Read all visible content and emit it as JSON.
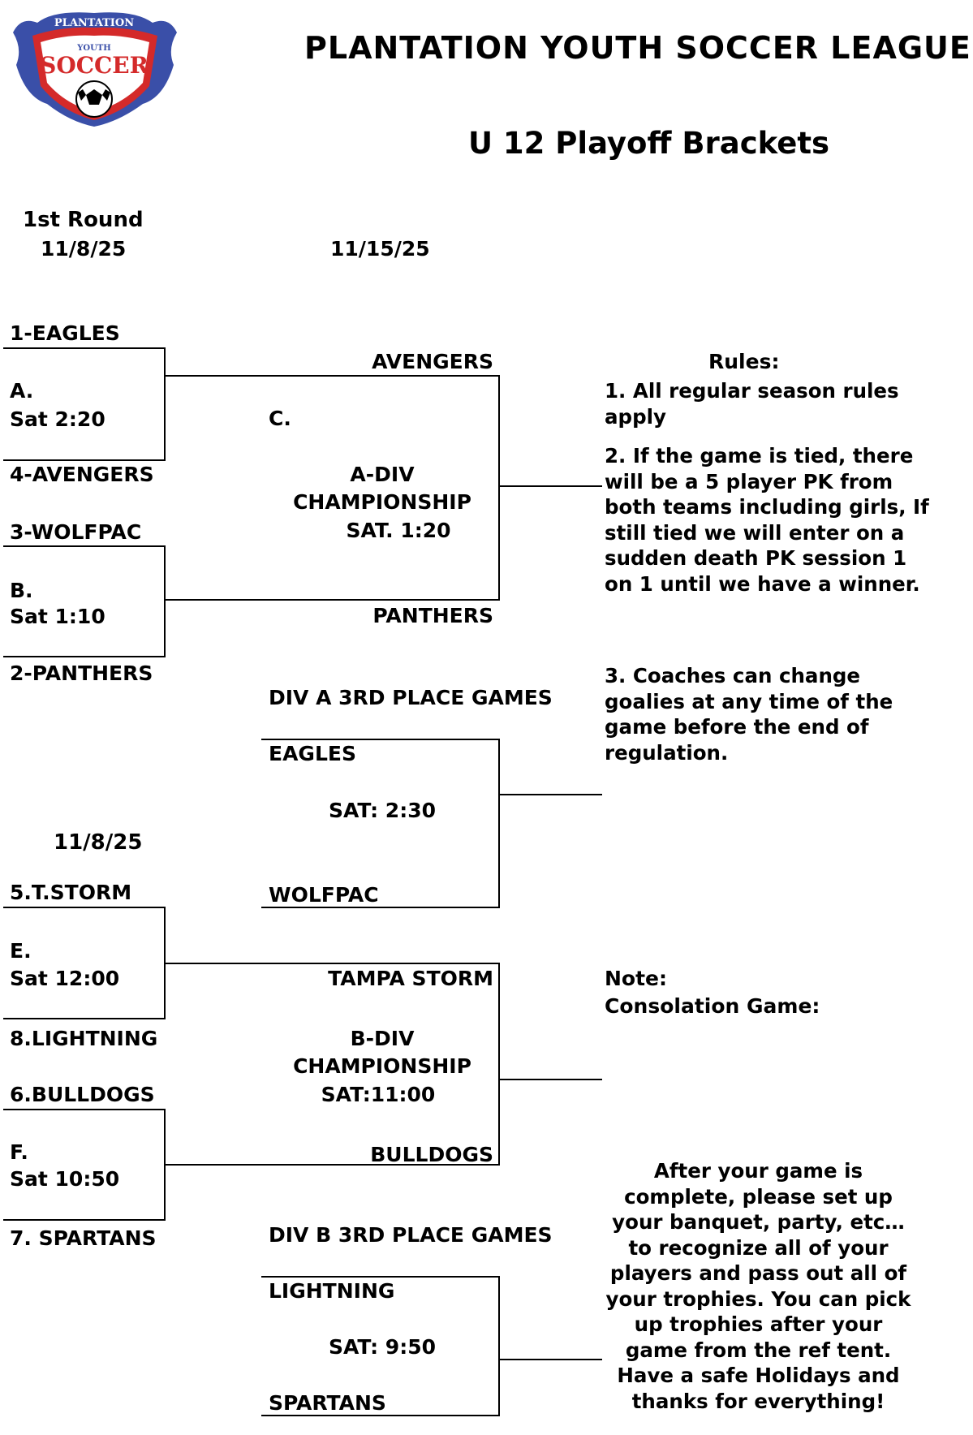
{
  "header": {
    "logo_text_top": "PLANTATION",
    "logo_text_mid": "YOUTH",
    "logo_text_main": "SOCCER",
    "title": "PLANTATION YOUTH SOCCER LEAGUE",
    "subtitle": "U 12 Playoff Brackets"
  },
  "columns": {
    "round1_label": "1st Round",
    "round1_date": "11/8/25",
    "round2_date": "11/15/25",
    "lower_date": "11/8/25"
  },
  "div_a": {
    "seed1": "1-EAGLES",
    "game_a_label": "A.",
    "game_a_time": "Sat 2:20",
    "seed4": "4-AVENGERS",
    "seed3": "3-WOLFPAC",
    "game_b_label": "B.",
    "game_b_time": "Sat 1:10",
    "seed2": "2-PANTHERS",
    "winner_top": "AVENGERS",
    "game_c_label": "C.",
    "champ_line1": "A-DIV",
    "champ_line2": "CHAMPIONSHIP",
    "champ_line3": "SAT. 1:20",
    "winner_bottom": "PANTHERS",
    "third_title": "DIV A 3RD PLACE GAMES",
    "third_team1": "EAGLES",
    "third_time": "SAT: 2:30",
    "third_team2": "WOLFPAC"
  },
  "div_b": {
    "seed5": "5.T.STORM",
    "game_e_label": "E.",
    "game_e_time": "Sat 12:00",
    "seed8": "8.LIGHTNING",
    "seed6": "6.BULLDOGS",
    "game_f_label": "F.",
    "game_f_time": "Sat 10:50",
    "seed7": "7. SPARTANS",
    "winner_top": "TAMPA STORM",
    "champ_line1": "B-DIV",
    "champ_line2": "CHAMPIONSHIP",
    "champ_line3": "SAT:11:00",
    "winner_bottom": "BULLDOGS",
    "third_title": "DIV B 3RD PLACE GAMES",
    "third_team1": "LIGHTNING",
    "third_time": "SAT: 9:50",
    "third_team2": "SPARTANS"
  },
  "rules": {
    "heading": "Rules:",
    "rule1": "1. All regular season rules apply",
    "rule2": "2. If the game is tied, there will be a 5 player PK from both teams including girls, If still tied we will enter on a sudden death PK session 1 on 1 until we have a winner.",
    "rule3": "3. Coaches can change goalies at any time of the game before the end of regulation."
  },
  "note": {
    "label": "Note:",
    "consolation": "Consolation Game:",
    "closing": "After your game is complete, please set up your banquet, party, etc… to recognize all of your players and pass out all of your trophies. You can pick up trophies after your game from the ref tent.   Have a safe Holidays and thanks for everything!"
  },
  "colors": {
    "logo_blue": "#3a4fa8",
    "logo_red": "#d42a2a",
    "text": "#000000"
  }
}
